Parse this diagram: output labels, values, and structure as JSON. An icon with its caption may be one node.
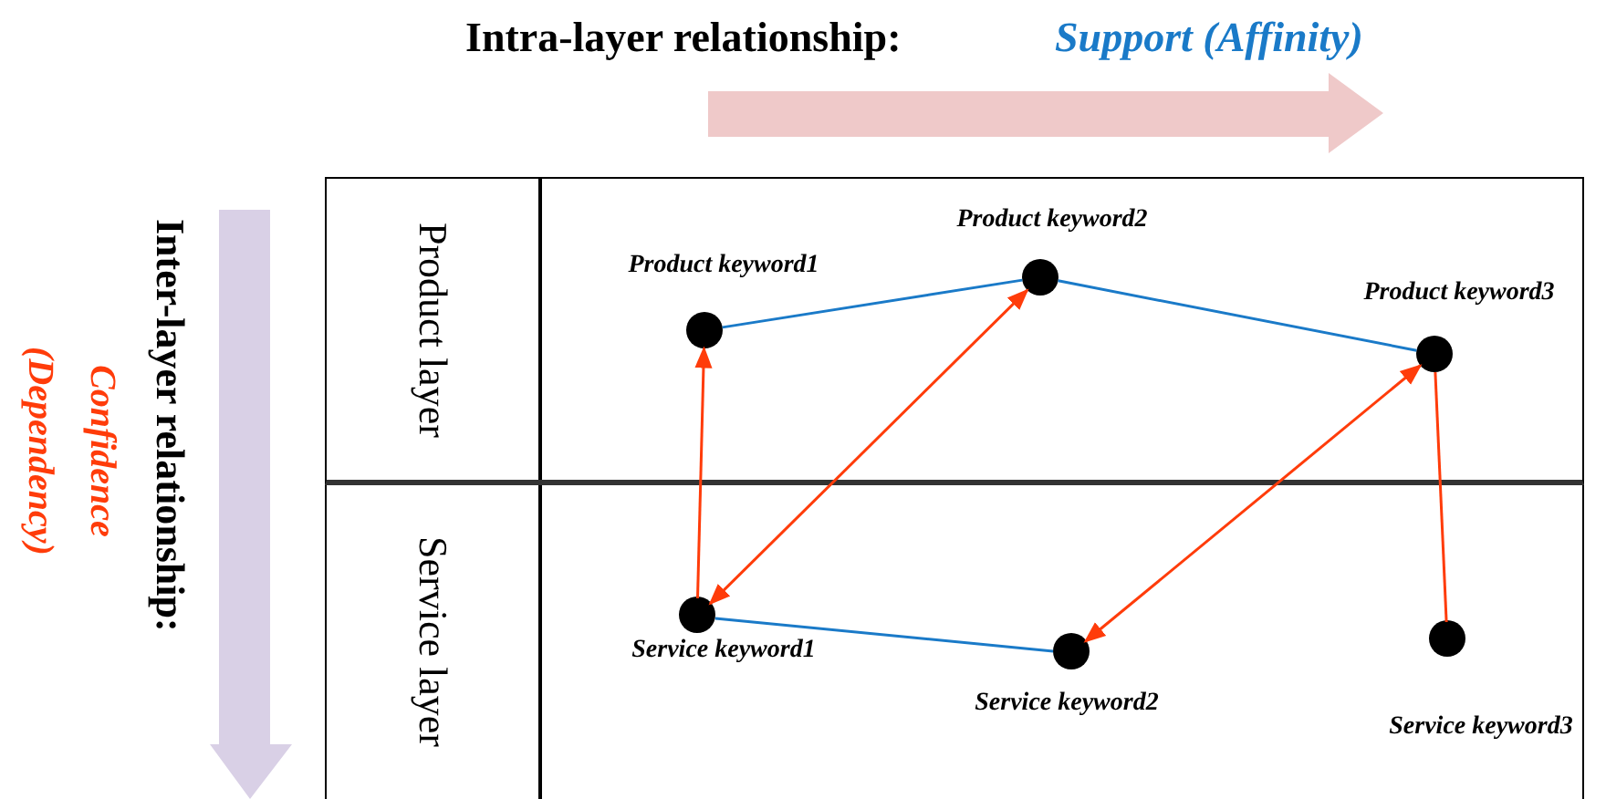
{
  "diagram": {
    "nodes": [
      {
        "text": [
          "Product layer"
        ]
      },
      {
        "text": [
          "Service layer"
        ]
      },
      {
        "text": [],
        "shape": "circle",
        "beside": [
          "Product keyword1"
        ],
        "in": 0
      },
      {
        "text": [],
        "shape": "circle",
        "beside": [
          "Product keyword2"
        ],
        "in": 0
      },
      {
        "text": [],
        "shape": "circle",
        "beside": [
          "Product keyword3"
        ],
        "in": 0
      },
      {
        "text": [],
        "shape": "circle",
        "beside": [
          "Service keyword1"
        ],
        "in": 1
      },
      {
        "text": [],
        "shape": "circle",
        "beside": [
          "Service keyword2"
        ],
        "in": 1
      },
      {
        "text": [],
        "shape": "circle",
        "beside": [
          "Service keyword3"
        ],
        "in": 1
      }
    ],
    "edges": [
      {
        "from": 2,
        "to": 3,
        "arrow": "none",
        "color": "#1a7ac8"
      },
      {
        "from": 3,
        "to": 4,
        "arrow": "none",
        "color": "#1a7ac8"
      },
      {
        "from": 5,
        "to": 6,
        "arrow": "none",
        "color": "#1a7ac8"
      },
      {
        "from": 5,
        "to": 2,
        "arrow": "to",
        "color": "#ff3c0a"
      },
      {
        "from": 3,
        "to": 5,
        "arrow": "both",
        "color": "#ff3c0a"
      },
      {
        "from": 4,
        "to": 6,
        "arrow": "both",
        "color": "#ff3c0a"
      },
      {
        "from": 4,
        "to": 7,
        "arrow": "none",
        "color": "#ff3c0a"
      }
    ],
    "labels": [
      "Intra-layer relationship:",
      "Support (Affinity)",
      "Inter-layer relationship:",
      "Confidence",
      "(Dependency)"
    ]
  }
}
